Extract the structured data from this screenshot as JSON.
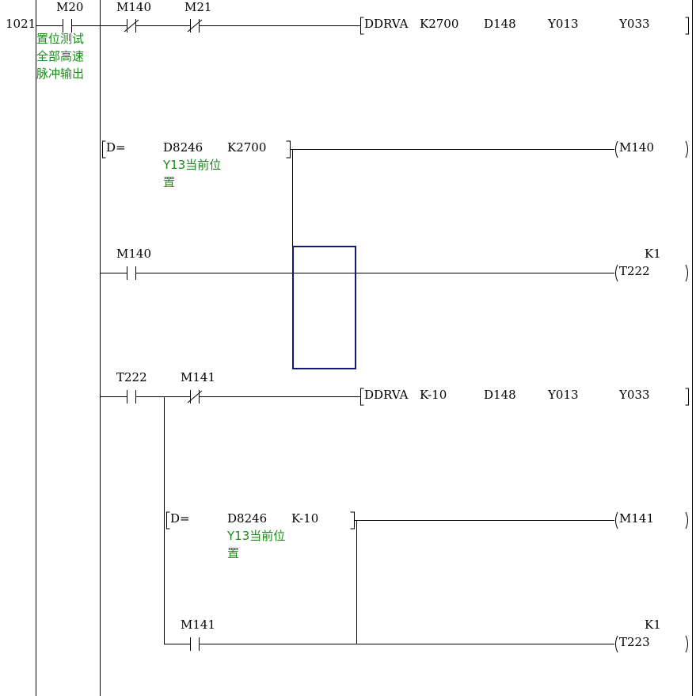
{
  "colors": {
    "wire": "#000000",
    "comment": "#1a8a1a",
    "cursor": "#101878",
    "background": "#ffffff"
  },
  "step": "1021",
  "rung1": {
    "contacts": [
      "M20",
      "M140",
      "M21"
    ],
    "comment_lines": [
      "置位测试",
      "全部高速",
      "脉冲输出"
    ],
    "instruction": {
      "op": "DDRVA",
      "args": [
        "K2700",
        "D148",
        "Y013",
        "Y033"
      ]
    }
  },
  "rung2": {
    "compare_op": "D=",
    "compare_args": [
      "D8246",
      "K2700"
    ],
    "comment_lines": [
      "Y13当前位",
      "置"
    ],
    "coil": "M140"
  },
  "rung3": {
    "contact": "M140",
    "timer_k": "K1",
    "coil": "T222"
  },
  "rung4": {
    "contacts": [
      "T222",
      "M141"
    ],
    "instruction": {
      "op": "DDRVA",
      "args": [
        "K-10",
        "D148",
        "Y013",
        "Y033"
      ]
    }
  },
  "rung5": {
    "compare_op": "D=",
    "compare_args": [
      "D8246",
      "K-10"
    ],
    "comment_lines": [
      "Y13当前位",
      "置"
    ],
    "coil": "M141"
  },
  "rung6": {
    "contact": "M141",
    "timer_k": "K1",
    "coil": "T223"
  }
}
